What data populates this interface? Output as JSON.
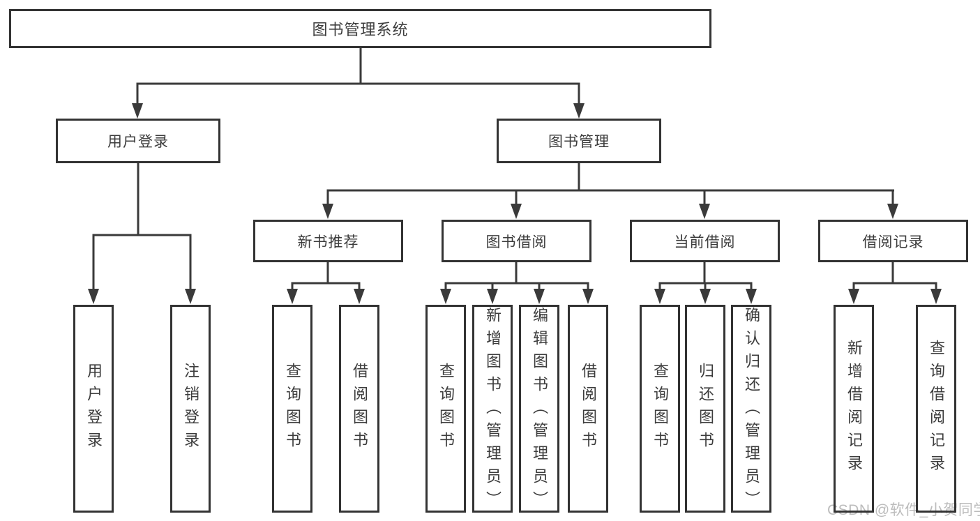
{
  "diagram": {
    "root": {
      "label": "图书管理系统",
      "children": [
        {
          "label": "用户登录",
          "children": [
            {
              "label": "用户登录"
            },
            {
              "label": "注销登录"
            }
          ]
        },
        {
          "label": "图书管理",
          "children": [
            {
              "label": "新书推荐",
              "children": [
                {
                  "label": "查询图书"
                },
                {
                  "label": "借阅图书"
                }
              ]
            },
            {
              "label": "图书借阅",
              "children": [
                {
                  "label": "查询图书"
                },
                {
                  "label": "新增图书（管理员）"
                },
                {
                  "label": "编辑图书（管理员）"
                },
                {
                  "label": "借阅图书"
                }
              ]
            },
            {
              "label": "当前借阅",
              "children": [
                {
                  "label": "查询图书"
                },
                {
                  "label": "归还图书"
                },
                {
                  "label": "确认归还（管理员）"
                }
              ]
            },
            {
              "label": "借阅记录",
              "children": [
                {
                  "label": "新增借阅记录"
                },
                {
                  "label": "查询借阅记录"
                }
              ]
            }
          ]
        }
      ]
    },
    "watermark": "CSDN @软件_小贺同学",
    "colors": {
      "line": "#3a3a3a",
      "border": "#333333",
      "text": "#3c3c3c",
      "watermark": "#bcbcbc",
      "background": "#ffffff"
    }
  }
}
